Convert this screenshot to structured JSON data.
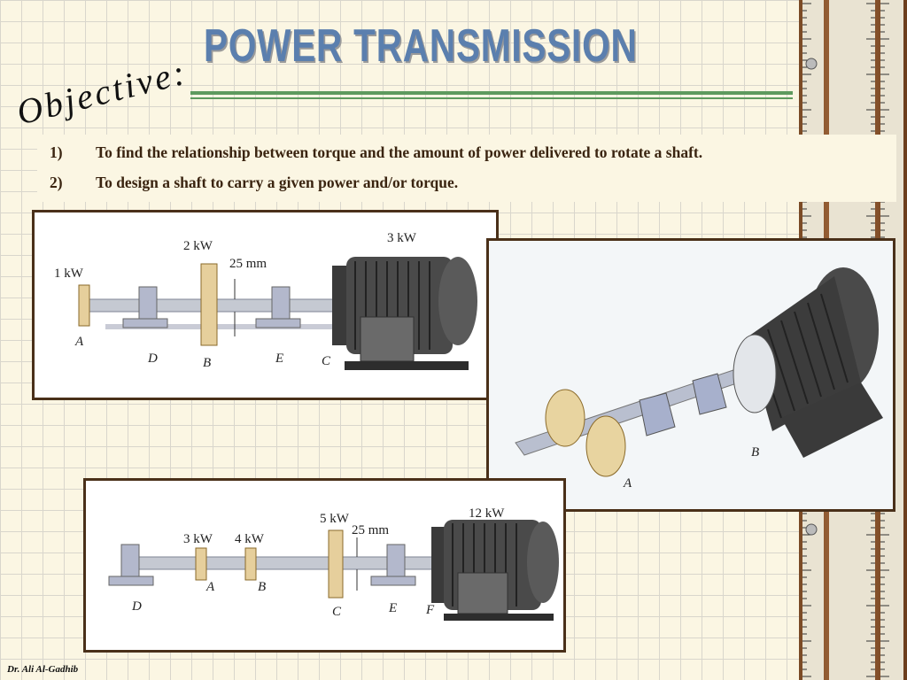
{
  "slide": {
    "title": "POWER TRANSMISSION",
    "subtitle": "Objective:",
    "objectives": [
      {
        "num": "1)",
        "text": "To find the relationship between torque and the amount of power delivered to rotate a shaft."
      },
      {
        "num": "2)",
        "text": "To design a shaft to carry a given power and/or torque."
      }
    ],
    "footer": "Dr. Ali Al-Gadhib"
  },
  "figure_top": {
    "labels": {
      "p1": "1 kW",
      "p2": "2 kW",
      "p3": "3 kW",
      "dim": "25 mm",
      "A": "A",
      "D": "D",
      "B": "B",
      "E": "E",
      "C": "C"
    }
  },
  "figure_right": {
    "labels": {
      "B": "B",
      "A": "A"
    }
  },
  "figure_bottom": {
    "labels": {
      "p1": "3 kW",
      "p2": "4 kW",
      "p3": "5 kW",
      "p4": "12 kW",
      "dim": "25 mm",
      "A": "A",
      "B": "B",
      "C": "C",
      "D": "D",
      "E": "E",
      "F": "F"
    }
  },
  "colors": {
    "accent": "#5b7fae",
    "rule": "#5e9a5e",
    "frame": "#4a3019",
    "text": "#3a2410"
  }
}
